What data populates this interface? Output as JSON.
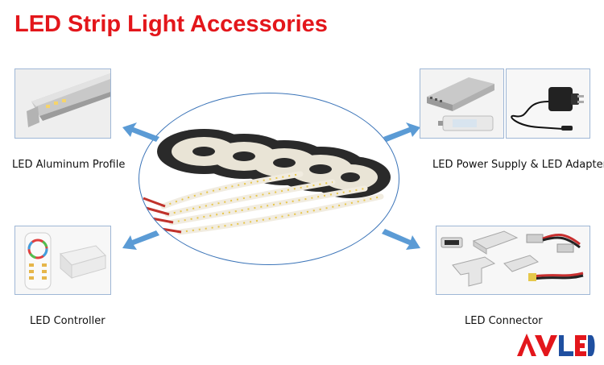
{
  "title": "LED Strip Light Accessories",
  "captions": {
    "profile": "LED Aluminum Profile",
    "power": "LED Power Supply & LED Adapter",
    "controller": "LED Controller",
    "connector": "LED Connector"
  },
  "logo": {
    "text": "AVLED",
    "colors": {
      "red": "#e3161b",
      "blue": "#1f4fa0"
    }
  },
  "colors": {
    "title": "#e3161b",
    "arrow": "#5b9bd5",
    "ellipse": "#3b74b8"
  }
}
